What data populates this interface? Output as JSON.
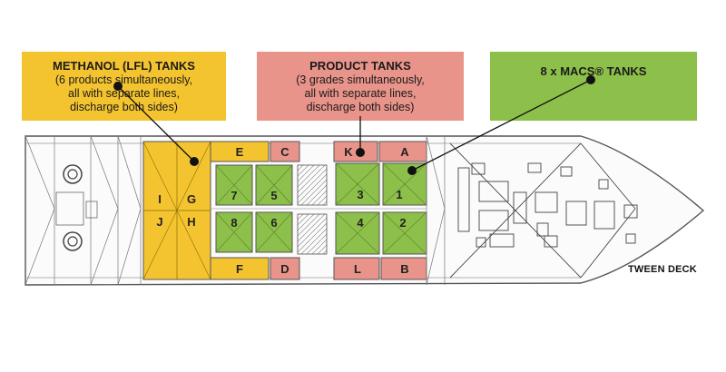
{
  "callouts": {
    "methanol": {
      "title": "METHANOL (LFL) TANKS",
      "lines": [
        "(6 products simultaneously,",
        "all with separate lines,",
        "discharge both sides)"
      ]
    },
    "product": {
      "title": "PRODUCT TANKS",
      "lines": [
        "(3 grades simultaneously,",
        "all with separate lines,",
        "discharge both sides)"
      ]
    },
    "macs": {
      "title": "8 x MACS® TANKS"
    }
  },
  "deck_label": "TWEEN DECK",
  "tanks": {
    "methanol": [
      "E",
      "F",
      "G",
      "H",
      "I",
      "J"
    ],
    "product": [
      "A",
      "B",
      "C",
      "D",
      "K",
      "L"
    ],
    "macs": [
      "1",
      "2",
      "3",
      "4",
      "5",
      "6",
      "7",
      "8"
    ]
  },
  "colors": {
    "methanol": "#f4c430",
    "product": "#e8948a",
    "macs": "#8dc04a",
    "outline": "#555555"
  }
}
